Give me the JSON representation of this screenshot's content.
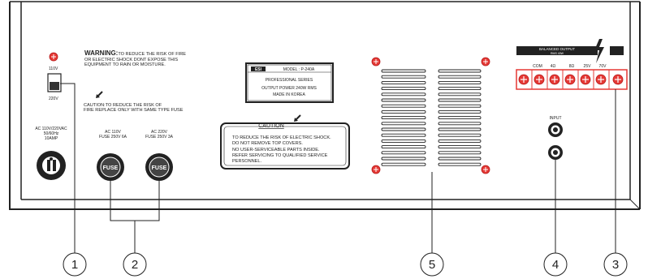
{
  "switch": {
    "top": "110V",
    "bottom": "220V"
  },
  "warning": {
    "title": "WARNING:",
    "lines": [
      "TO REDUCE THE RISK OF FIRE",
      "OR ELECTRIC SHOCK DONT EXPOSE THIS",
      "EQUIPMENT TO RAIN OR MOISTURE."
    ]
  },
  "caution_fuse": {
    "lines": [
      "CAUTION:TO REDUCE THE RISK OF",
      "FIRE REPLACE ONLY WITH SAME TYPE FUSE"
    ]
  },
  "power_label": {
    "lines": [
      "AC 110V/220VAC",
      "50/60Hz",
      "10AMP"
    ]
  },
  "fuse1": {
    "lines": [
      "AC 110V",
      "FUSE 250V 6A"
    ],
    "label": "FUSE"
  },
  "fuse2": {
    "lines": [
      "AC 220V",
      "FUSE 250V 3A"
    ],
    "label": "FUSE"
  },
  "nameplate": {
    "logo": "ESI",
    "model": "MODEL : P-240A",
    "series": "PROFESSIONAL SERIES",
    "output": "OUTPUT  POWER  240W  RMS",
    "made": "MADE  IN  KOREA"
  },
  "caution_box": {
    "title": "CAUTION",
    "lines": [
      "TO REDUCE THE RISK OF ELECTRIC SHOCK.",
      "DO NOT REMOVE TOP COVERS.",
      "NO USER-SERVICEABLE PARTS INSIDE.",
      "REFER SERVICING TO QUALIFIED SERVICE",
      "PERSONNEL."
    ]
  },
  "input": {
    "label": "INPUT"
  },
  "output_terminal": {
    "title": "BALANCED OUTPUT",
    "subtitle": "RMS 40W",
    "labels": [
      "COM",
      "4Ω",
      "8Ω",
      "25V",
      "70V"
    ]
  },
  "callouts": [
    "1",
    "2",
    "5",
    "4",
    "3"
  ],
  "colors": {
    "accent": "#e53935",
    "panel": "#ffffff",
    "line": "#222222"
  }
}
